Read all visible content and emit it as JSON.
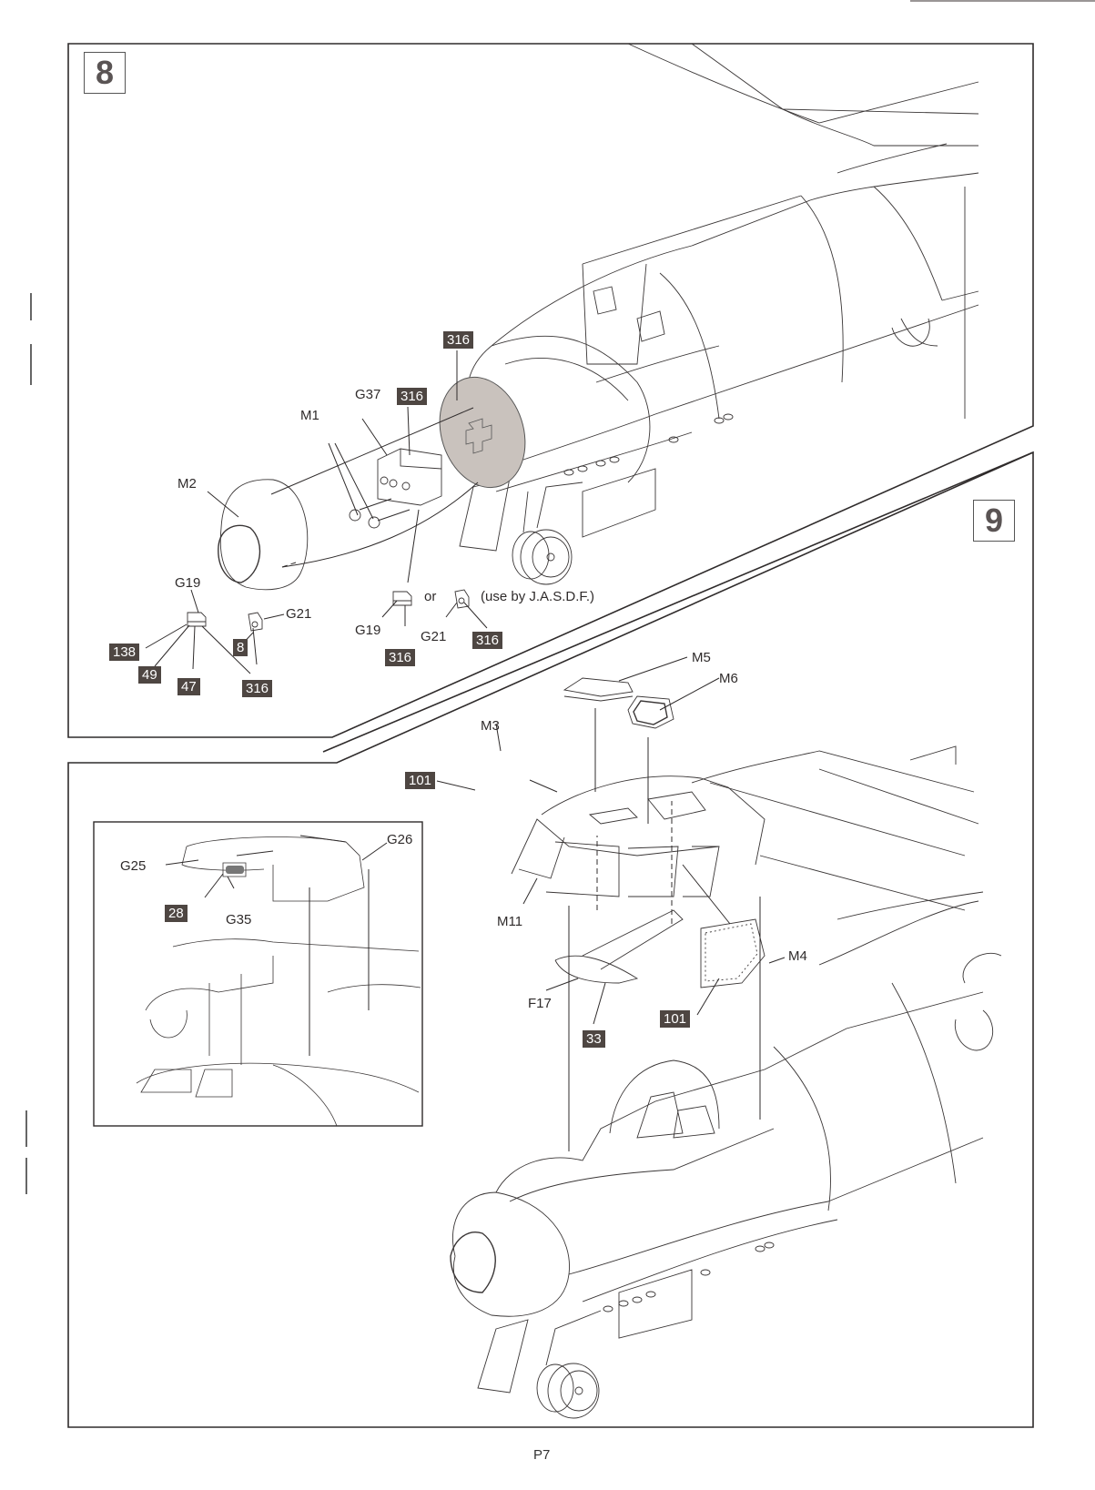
{
  "page": {
    "number": "P7"
  },
  "steps": [
    {
      "number": "8",
      "labels": {
        "m1": "M1",
        "m2": "M2",
        "g37": "G37",
        "g19_left": "G19",
        "g21_left": "G21",
        "g19_mid": "G19",
        "g21_mid": "G21",
        "or": "or",
        "note": "(use by J.A.S.D.F.)"
      },
      "color_tags": {
        "nose_radome": "316",
        "g37_box": "316",
        "g19_left_a": "138",
        "g19_left_b": "49",
        "g19_left_c": "47",
        "g21_left": "8",
        "left_shared": "316",
        "g19_mid": "316",
        "g21_mid": "316"
      }
    },
    {
      "number": "9",
      "labels": {
        "m3": "M3",
        "m4": "M4",
        "m5": "M5",
        "m6": "M6",
        "m11": "M11",
        "f17": "F17"
      },
      "color_tags": {
        "canopy": "101",
        "m4_window": "101",
        "f17_panel": "33"
      },
      "inset": {
        "labels": {
          "g25": "G25",
          "g26": "G26",
          "g35": "G35"
        },
        "color_tags": {
          "g35_grille": "28"
        }
      }
    }
  ]
}
